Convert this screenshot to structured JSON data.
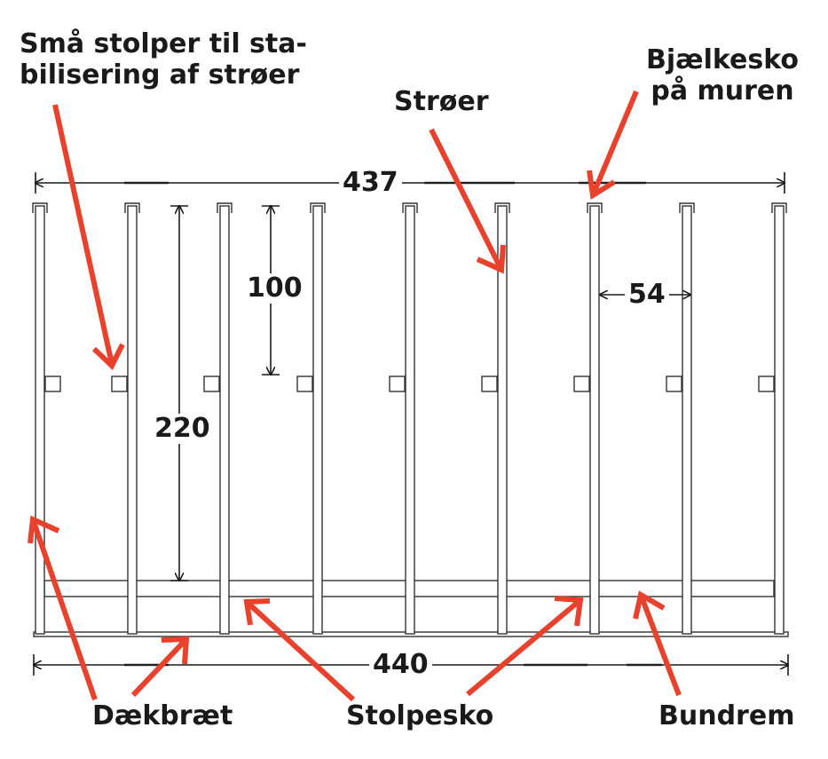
{
  "labels": {
    "smaa_stolper_line1": "Små stolper til sta-",
    "smaa_stolper_line2": "bilisering af strøer",
    "stroeer": "Strøer",
    "bjaelkesko_line1": "Bjælkesko",
    "bjaelkesko_line2": "på muren",
    "daekbraet": "Dækbræt",
    "stolpesko": "Stolpesko",
    "bundrem": "Bundrem"
  },
  "dimensions": {
    "total_width_top": "437",
    "total_width_bottom": "440",
    "short_post_height": "100",
    "joist_length": "220",
    "joist_spacing": "54"
  },
  "colors": {
    "arrow": "#e8412c",
    "line": "#1a1a1a",
    "structure": "#333333"
  }
}
